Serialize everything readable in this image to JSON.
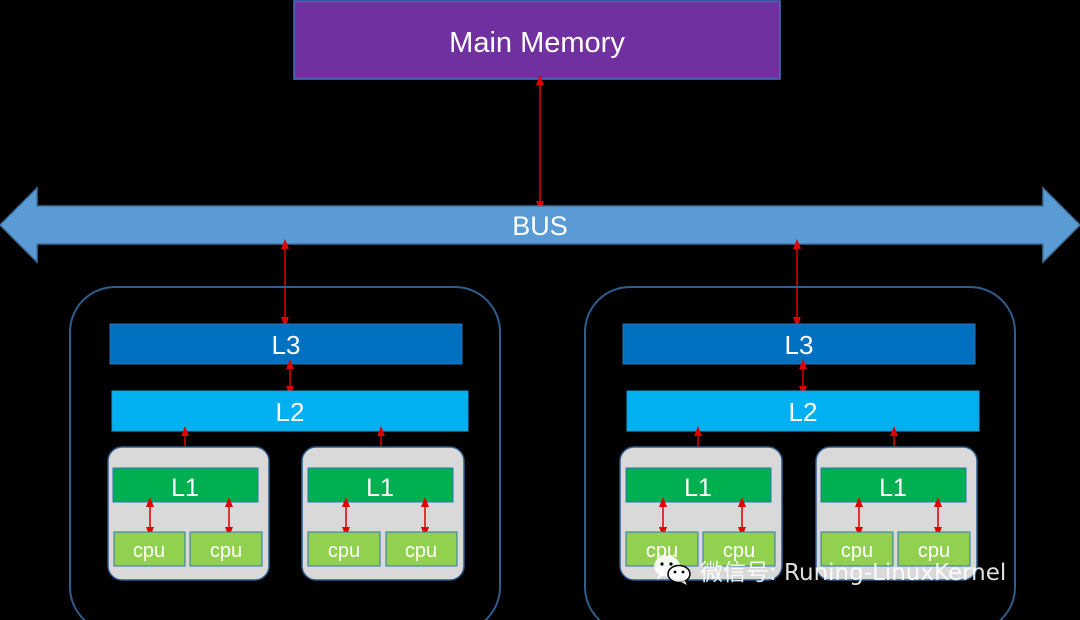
{
  "diagram": {
    "main_memory": "Main Memory",
    "bus": "BUS",
    "l3": "L3",
    "l2": "L2",
    "l1": "L1",
    "cpu": "cpu"
  },
  "watermark": {
    "text": "微信号: Runing-LinuxKernel",
    "icon": "wechat-icon"
  },
  "colors": {
    "background": "#000000",
    "main_memory": "#7030a0",
    "bus": "#5b9bd5",
    "l3": "#0070c0",
    "l2": "#00b0f0",
    "l1": "#00b050",
    "cpu": "#92d050",
    "core_group": "#d9d9d9",
    "cluster_border": "#2e5d8e",
    "arrow": "#e00000"
  }
}
